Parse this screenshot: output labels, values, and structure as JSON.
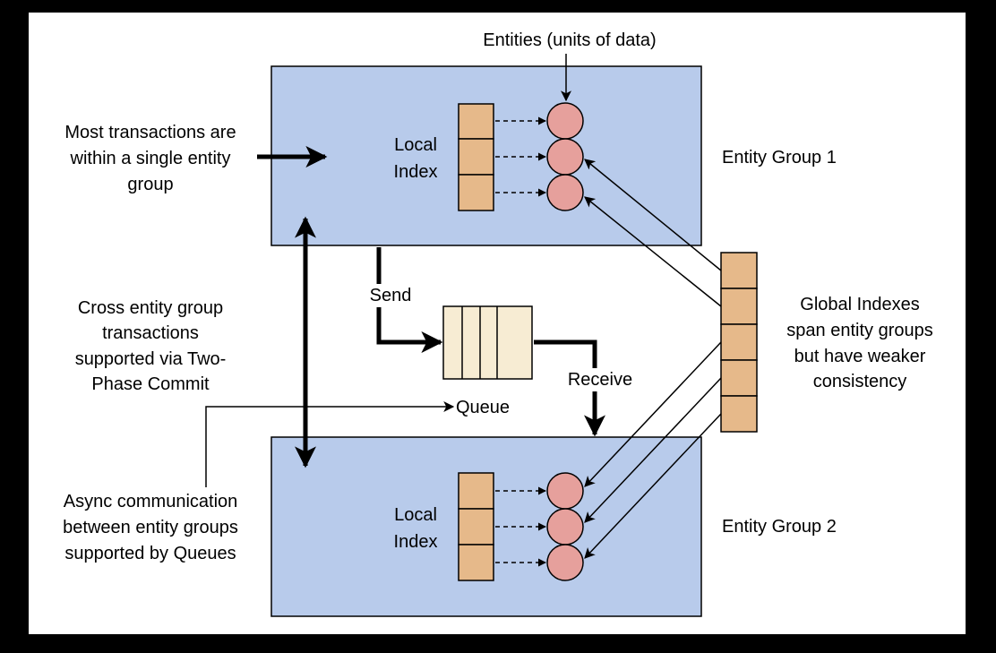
{
  "labels": {
    "entities": "Entities (units of data)",
    "entity_group_1": "Entity Group 1",
    "entity_group_2": "Entity Group 2",
    "local_index_1": [
      "Local",
      "Index"
    ],
    "local_index_2": [
      "Local",
      "Index"
    ],
    "most_transactions": [
      "Most transactions are",
      "within a single entity",
      "group"
    ],
    "cross_group": [
      "Cross entity group",
      "transactions",
      "supported via Two-",
      "Phase Commit"
    ],
    "async_comm": [
      "Async communication",
      "between entity groups",
      "supported by Queues"
    ],
    "global_indexes": [
      "Global Indexes",
      "span entity groups",
      "but have weaker",
      "consistency"
    ],
    "send": "Send",
    "receive": "Receive",
    "queue": "Queue"
  },
  "colors": {
    "page_frame": "#000000",
    "canvas": "#ffffff",
    "entity_group_fill": "#b8cbeb",
    "index_cell_fill": "#e6b98a",
    "entity_fill": "#e6a09c",
    "queue_fill": "#f7ecd3",
    "stroke": "#000000"
  }
}
